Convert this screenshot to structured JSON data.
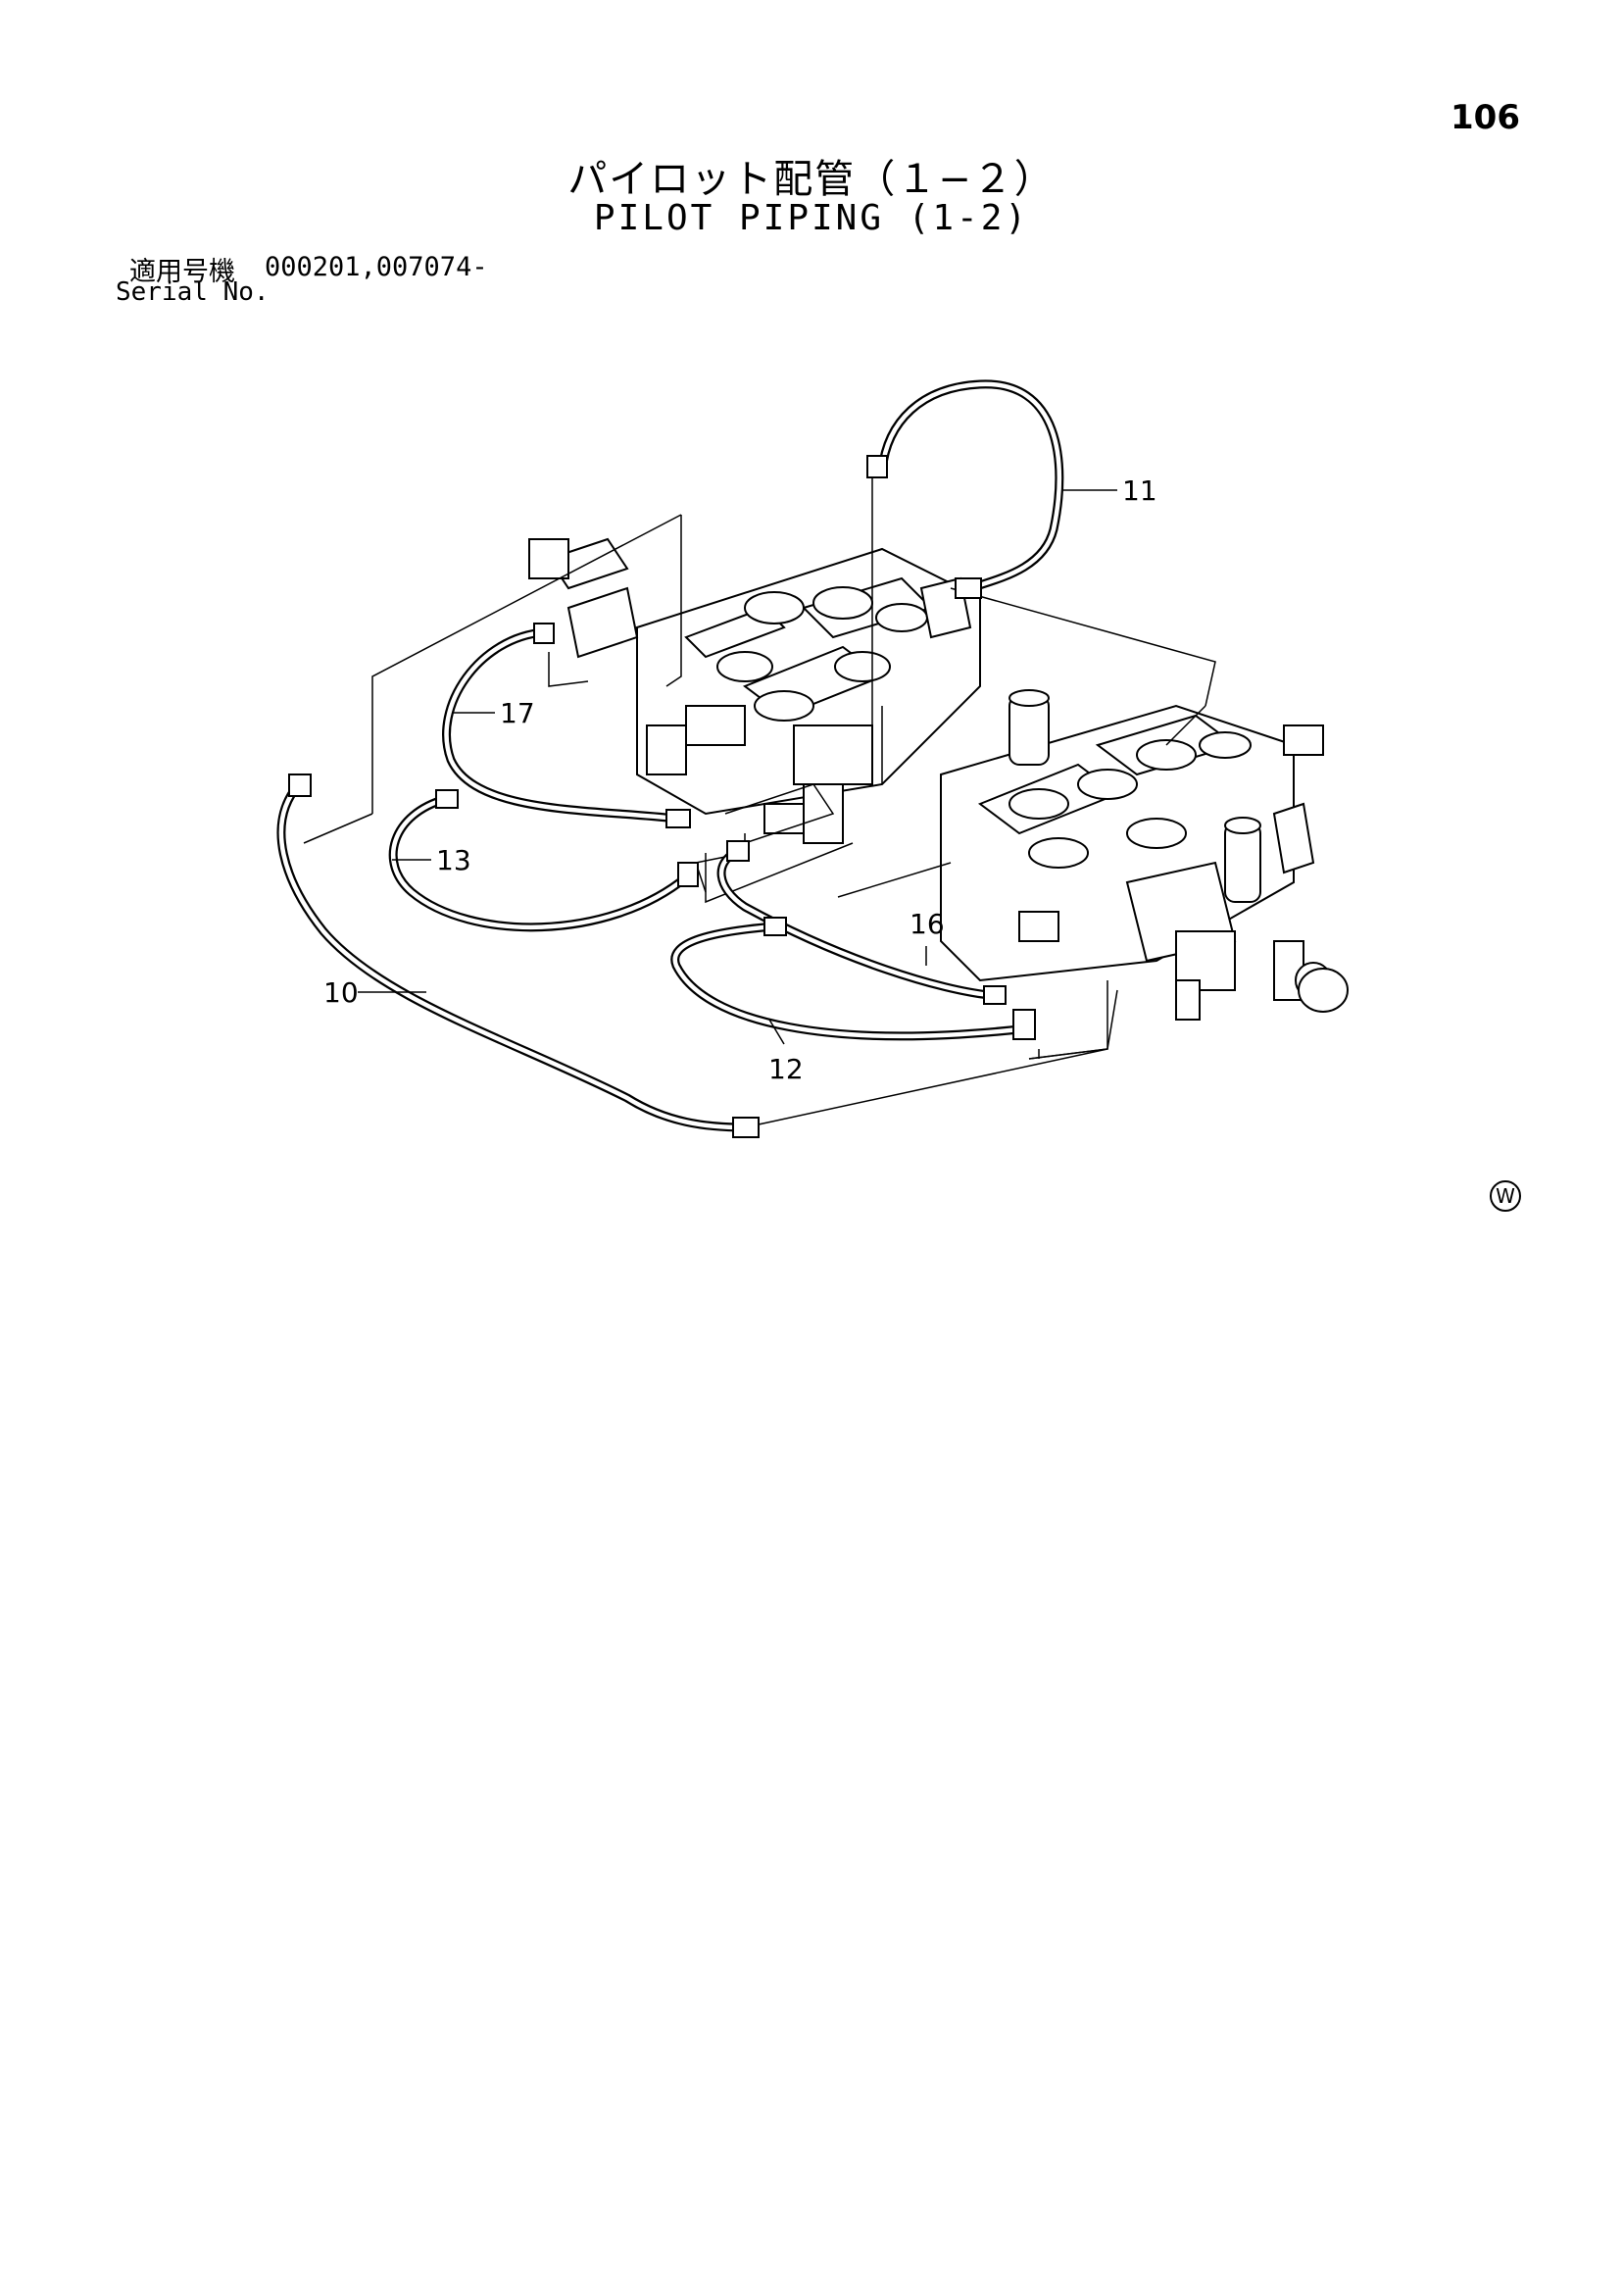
{
  "header": {
    "page_number": "106",
    "title_ja": "パイロット配管（１−２）",
    "title_en": "PILOT PIPING (1-2)",
    "serial_label_ja": "適用号機",
    "serial_value": "000201,007074-",
    "serial_label_en": "Serial No."
  },
  "diagram": {
    "callouts": [
      {
        "id": "11",
        "label": "11"
      },
      {
        "id": "17",
        "label": "17"
      },
      {
        "id": "13",
        "label": "13"
      },
      {
        "id": "16",
        "label": "16"
      },
      {
        "id": "10",
        "label": "10"
      },
      {
        "id": "12",
        "label": "12"
      }
    ],
    "mark": "W"
  }
}
